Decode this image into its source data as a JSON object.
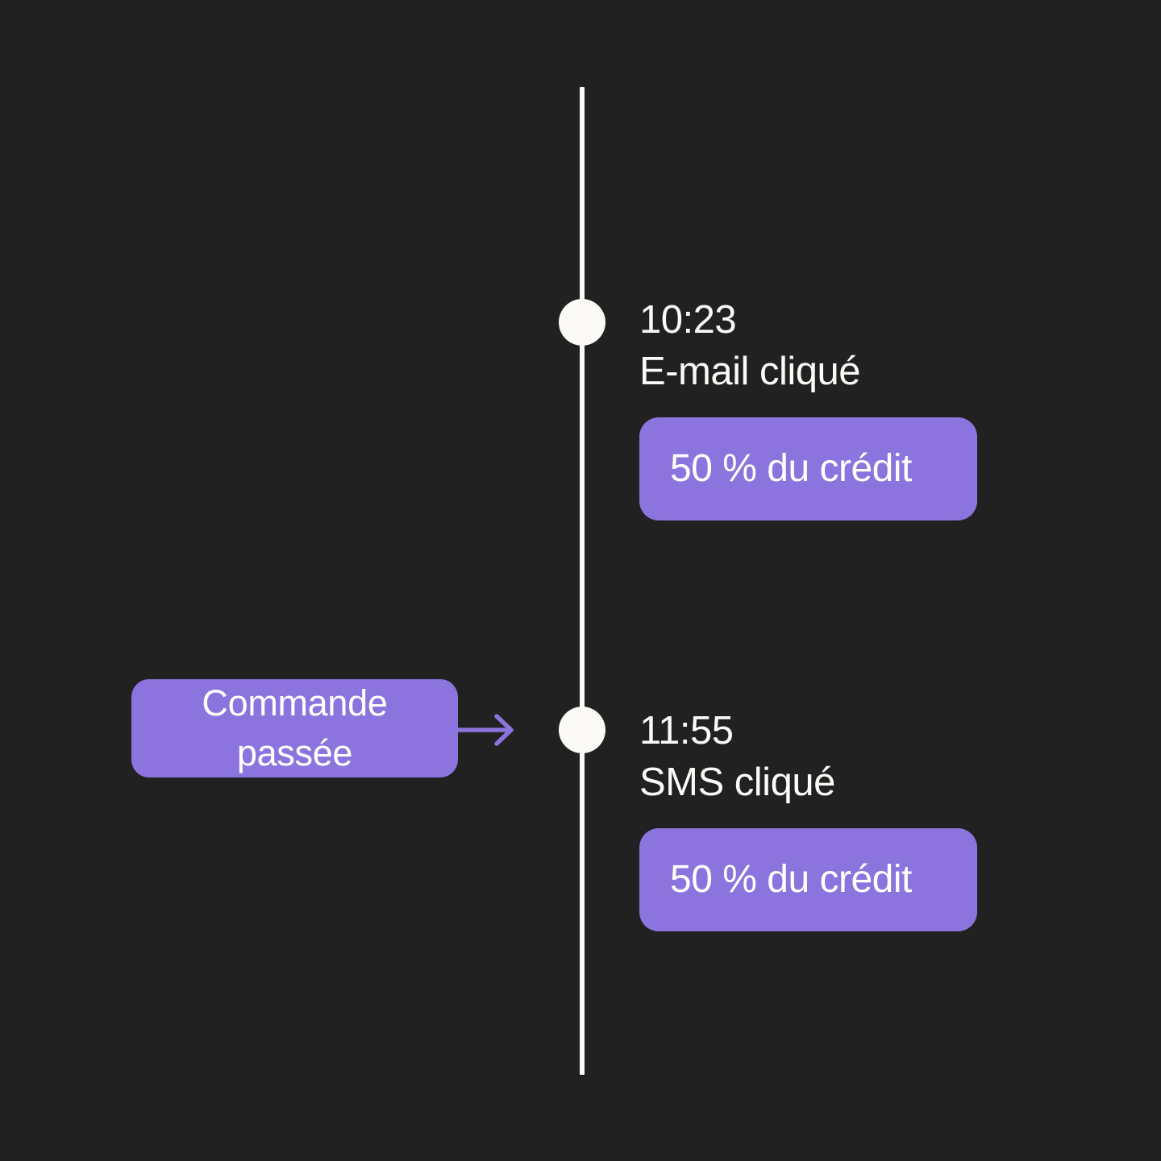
{
  "diagram": {
    "type": "timeline",
    "background_color": "#212121",
    "accent_color": "#8b74dd",
    "line_color": "#fbfaf7",
    "axis": {
      "name": "vertical-timeline-axis"
    },
    "source_node": {
      "label_line_1": "Commande",
      "label_line_2": "passée",
      "connector": "arrow-right"
    },
    "events": [
      {
        "time": "10:23",
        "label": "E-mail cliqué",
        "badge": "50 % du crédit"
      },
      {
        "time": "11:55",
        "label": "SMS cliqué",
        "badge": "50 % du crédit"
      }
    ]
  }
}
